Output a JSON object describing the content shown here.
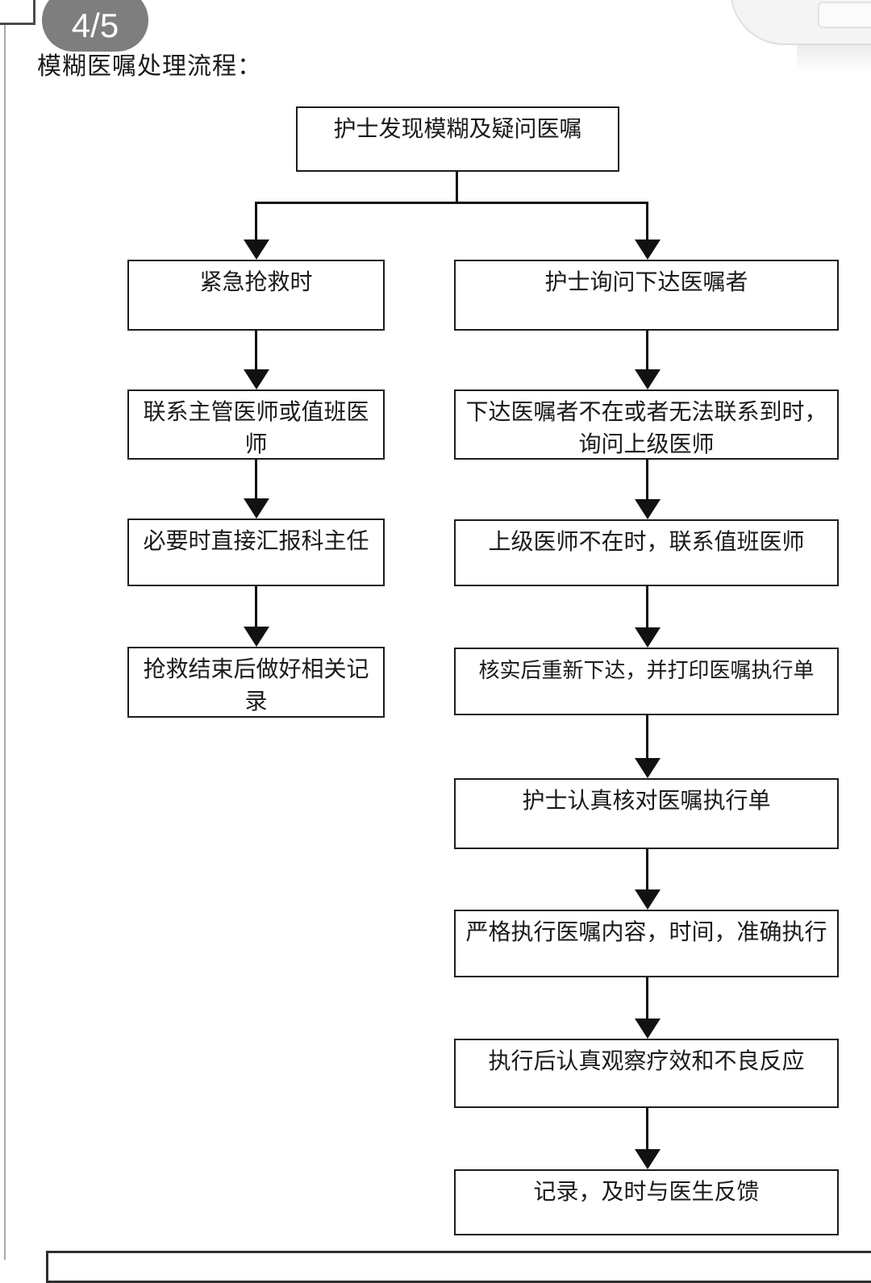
{
  "page_indicator": "4/5",
  "title": "模糊医嘱处理流程：",
  "flowchart": {
    "root": {
      "label": "护士发现模糊及疑问医嘱"
    },
    "left": [
      {
        "label": "紧急抢救时"
      },
      {
        "label": "联系主管医师或值班医\n师"
      },
      {
        "label": "必要时直接汇报科主任"
      },
      {
        "label": "抢救结束后做好相关记\n录"
      }
    ],
    "right": [
      {
        "label": "护士询问下达医嘱者"
      },
      {
        "label": "下达医嘱者不在或者无法联系到时，\n询问上级医师"
      },
      {
        "label": "上级医师不在时，联系值班医师"
      },
      {
        "label": "核实后重新下达，并打印医嘱执行单"
      },
      {
        "label": "护士认真核对医嘱执行单"
      },
      {
        "label": "严格执行医嘱内容，时间，准确执行"
      },
      {
        "label": "执行后认真观察疗效和不良反应"
      },
      {
        "label": "记录，及时与医生反馈"
      }
    ]
  },
  "colors": {
    "badge_bg": "#7e7e7e",
    "box_border": "#1c1c1c",
    "connector": "#111111",
    "overlay_sheet": "#f4f4f4"
  }
}
